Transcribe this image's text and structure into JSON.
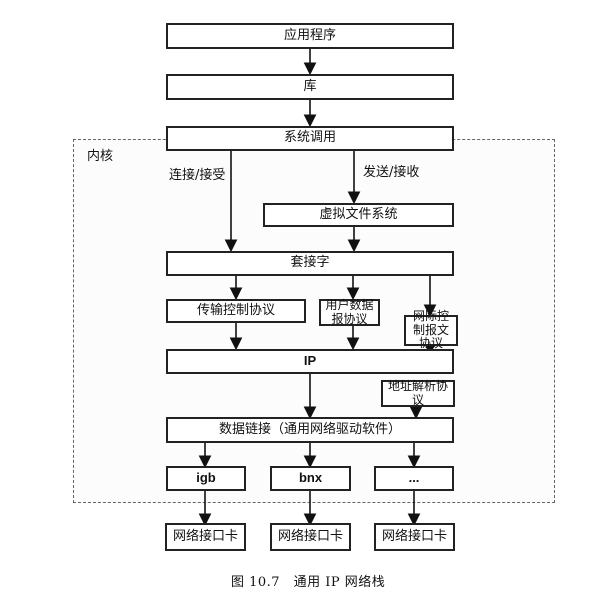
{
  "diagram": {
    "nodes": {
      "app": "应用程序",
      "lib": "库",
      "syscall": "系统调用",
      "vfs": "虚拟文件系统",
      "socket": "套接字",
      "tcp": "传输控制协议",
      "udp": "用户数据报协议",
      "icmp": "网际控制报文协议",
      "ip": "IP",
      "arp": "地址解析协议",
      "datalink": "数据链接（通用网络驱动软件）",
      "igb": "igb",
      "bnx": "bnx",
      "ellipsis": "...",
      "nic1": "网络接口卡",
      "nic2": "网络接口卡",
      "nic3": "网络接口卡"
    },
    "labels": {
      "kernel": "内核",
      "connect_accept": "连接/接受",
      "send_recv": "发送/接收"
    },
    "caption": "图 10.7　通用 IP 网络栈"
  }
}
